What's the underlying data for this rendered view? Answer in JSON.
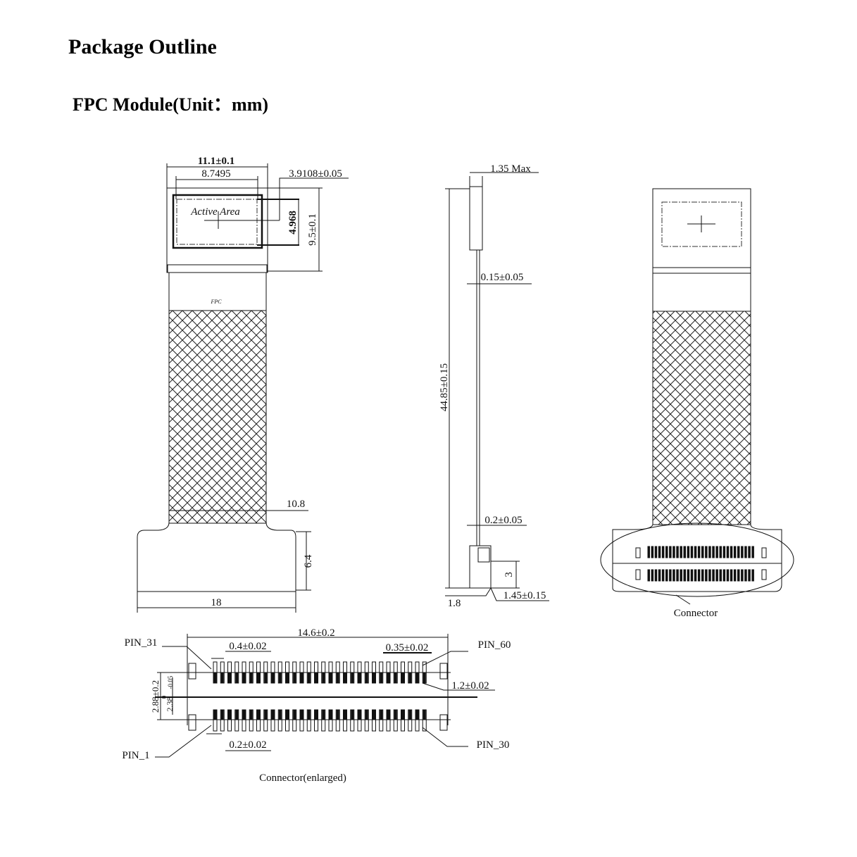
{
  "title": "Package Outline",
  "subtitle": "FPC Module(Unit：mm)",
  "front_view": {
    "width_outer": "11.1±0.1",
    "width_active": "8.7495",
    "offset": "3.9108±0.05",
    "height_active": "4.968",
    "height_panel": "9.5±0.1",
    "active_area_label": "Active Area",
    "fpc_label": "FPC",
    "fpc_width": "10.8",
    "tail_height": "6.4",
    "tail_width": "18"
  },
  "side_view": {
    "thickness": "1.35 Max",
    "fpc_thickness": "0.15±0.05",
    "length": "44.85±0.15",
    "stiffener": "0.2±0.05",
    "connector_height": "3",
    "dim_1_8": "1.8",
    "dim_1_45": "1.45±0.15"
  },
  "back_view": {
    "connector_label": "Connector"
  },
  "connector": {
    "width": "14.6±0.2",
    "pitch": "0.4±0.02",
    "pad_width_right": "0.35±0.02",
    "pad_length": "1.2±0.02",
    "pin_width": "0.2±0.02",
    "outer_height": "2.88±0.2",
    "inner_height": "2.38",
    "inner_tol_plus": "0",
    "inner_tol_minus": "-0.05",
    "pin_31": "PIN_31",
    "pin_60": "PIN_60",
    "pin_1": "PIN_1",
    "pin_30": "PIN_30",
    "pins_per_row": 30,
    "caption": "Connector(enlarged)"
  }
}
